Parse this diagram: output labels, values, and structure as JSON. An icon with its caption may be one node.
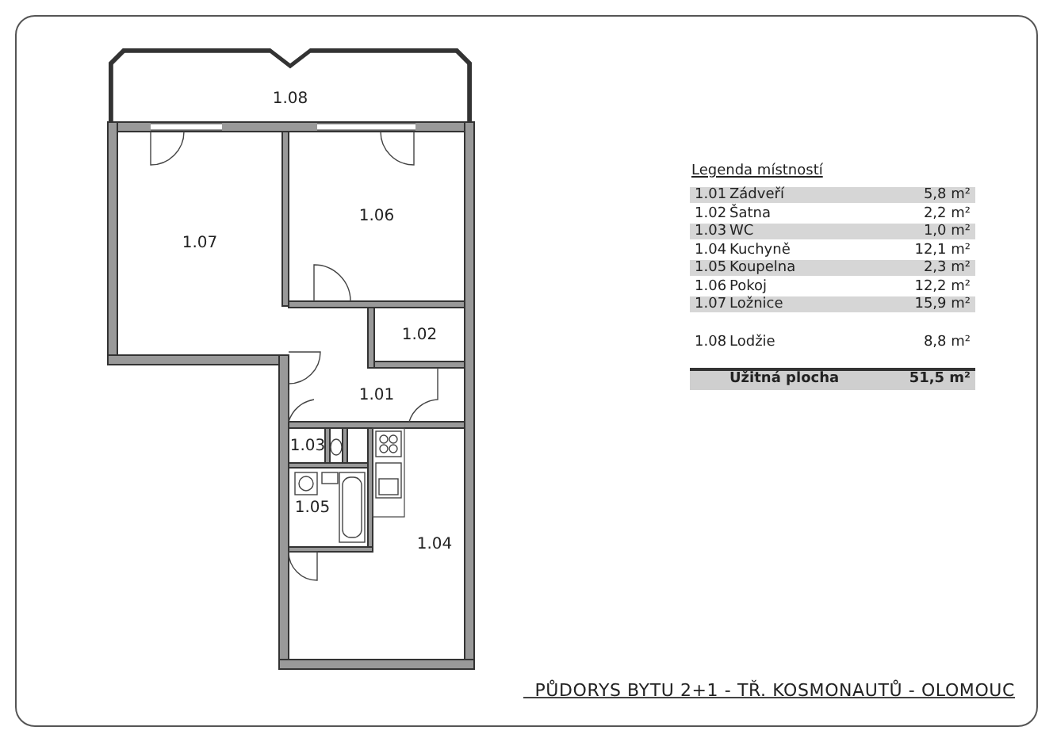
{
  "diagram": {
    "caption": "PŮDORYS BYTU 2+1 - TŘ. KOSMONAUTŮ - OLOMOUC",
    "nodes": [
      {
        "text": [
          "1.08"
        ]
      },
      {
        "text": [
          "1.07"
        ]
      },
      {
        "text": [
          "1.06"
        ]
      },
      {
        "text": [
          "1.02"
        ]
      },
      {
        "text": [
          "1.01"
        ]
      },
      {
        "text": [
          "1.03"
        ]
      },
      {
        "text": [
          "1.05"
        ]
      },
      {
        "text": [
          "1.04"
        ]
      }
    ],
    "edges": [],
    "labels": [
      "Legenda místností",
      "1.01",
      "Zádveří",
      "5,8 m²",
      "1.02",
      "Šatna",
      "2,2 m²",
      "1.03",
      "WC",
      "1,0 m²",
      "1.04",
      "Kuchyně",
      "12,1 m²",
      "1.05",
      "Koupelna",
      "2,3 m²",
      "1.06",
      "Pokoj",
      "12,2 m²",
      "1.07",
      "Ložnice",
      "15,9 m²",
      "1.08",
      "Lodžie",
      "8,8 m²",
      "Užitná plocha",
      "51,5 m²"
    ]
  }
}
